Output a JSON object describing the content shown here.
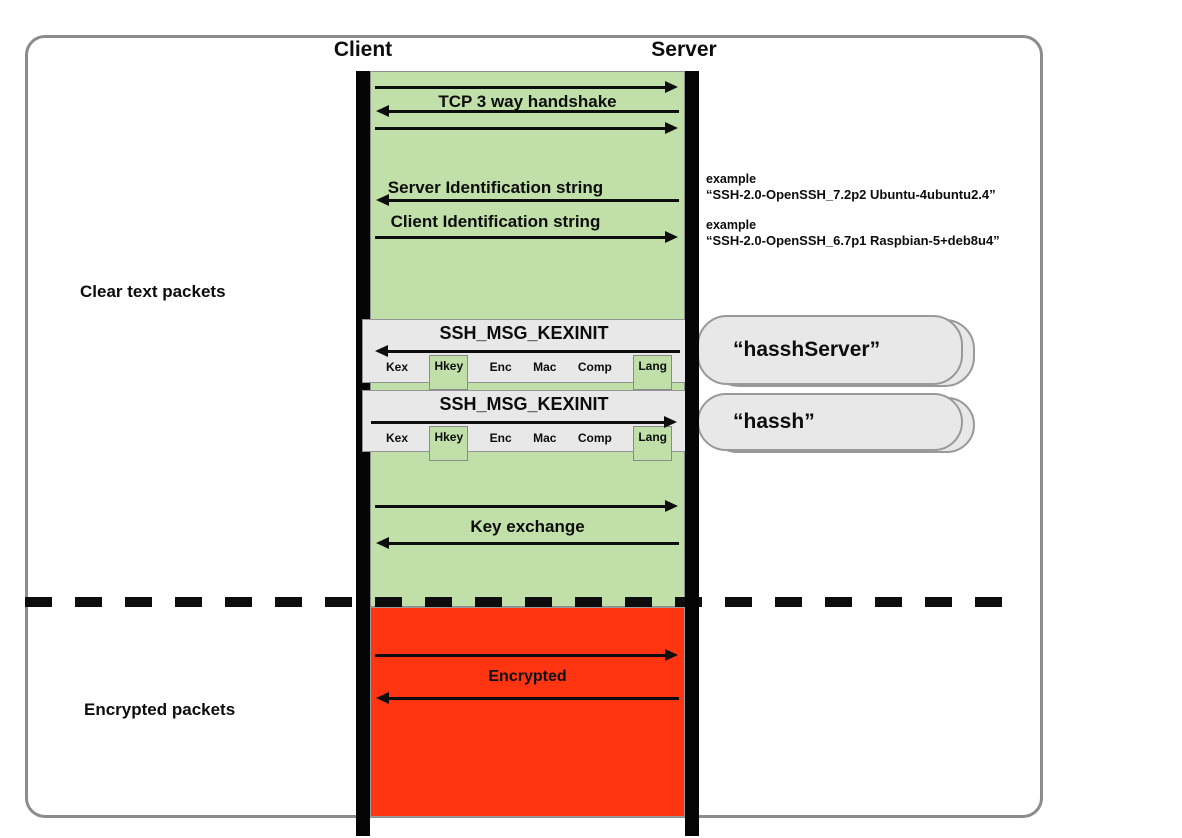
{
  "actors": {
    "client": "Client",
    "server": "Server"
  },
  "phases": {
    "clear": "Clear text packets",
    "encrypted": "Encrypted packets"
  },
  "messages": {
    "tcp_handshake": "TCP 3 way handshake",
    "server_identification": "Server Identification string",
    "client_identification": "Client Identification string",
    "kexinit_server_title": "SSH_MSG_KEXINIT",
    "kexinit_client_title": "SSH_MSG_KEXINIT",
    "key_exchange": "Key exchange",
    "encrypted": "Encrypted"
  },
  "kex_fields": [
    "Kex",
    "Hkey",
    "Enc",
    "Mac",
    "Comp",
    "Lang"
  ],
  "kex_highlighted_fields": [
    "Hkey",
    "Lang"
  ],
  "examples": [
    {
      "caption": "example",
      "value": "“SSH-2.0-OpenSSH_7.2p2 Ubuntu-4ubuntu2.4”"
    },
    {
      "caption": "example",
      "value": "“SSH-2.0-OpenSSH_6.7p1 Raspbian-5+deb8u4”"
    }
  ],
  "callouts": {
    "hassh_server": "“hasshServer”",
    "hassh_client": "“hassh”"
  },
  "colors": {
    "clear_zone": "#c0dfa9",
    "encrypted_zone": "#ff3512",
    "panel": "#e8e8e8",
    "lifeline": "#000000",
    "frame_border": "#8c8c8c"
  }
}
